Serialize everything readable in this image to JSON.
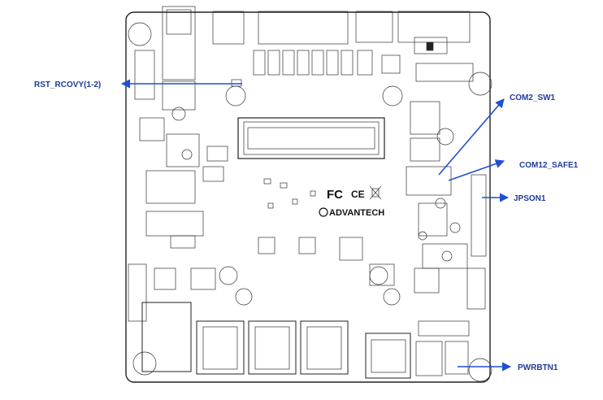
{
  "board": {
    "marks": {
      "fcc": "FC",
      "ce": "CE",
      "brand": "ADVANTECH"
    }
  },
  "callouts": [
    {
      "id": "rst-rcovy",
      "label": "RST_RCOVY(1-2)"
    },
    {
      "id": "com2-sw1",
      "label": "COM2_SW1"
    },
    {
      "id": "com12-safe1",
      "label": "COM12_SAFE1"
    },
    {
      "id": "jpson1",
      "label": "JPSON1"
    },
    {
      "id": "pwrbtn1",
      "label": "PWRBTN1"
    }
  ],
  "colors": {
    "callout": "#1f3a9e",
    "arrow": "#1f4fd6",
    "outline": "#222222"
  }
}
